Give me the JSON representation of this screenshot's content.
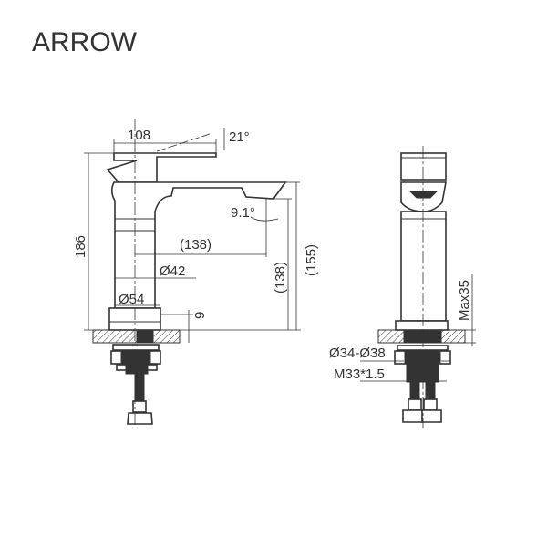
{
  "title": "ARROW",
  "side_view": {
    "dimensions": {
      "handle_length": "108",
      "handle_angle": "21°",
      "height_total": "186",
      "spout_angle": "9.1°",
      "spout_reach": "(138)",
      "body_diameter": "Ø42",
      "base_diameter": "Ø54",
      "base_height": "9",
      "spout_height": "(138)",
      "spout_top_height": "(155)"
    }
  },
  "front_view": {
    "dimensions": {
      "max_counter_thickness": "Max35",
      "hole_diameter": "Ø34-Ø38",
      "thread": "M33*1.5"
    }
  },
  "colors": {
    "line": "#333333",
    "background": "#ffffff"
  }
}
